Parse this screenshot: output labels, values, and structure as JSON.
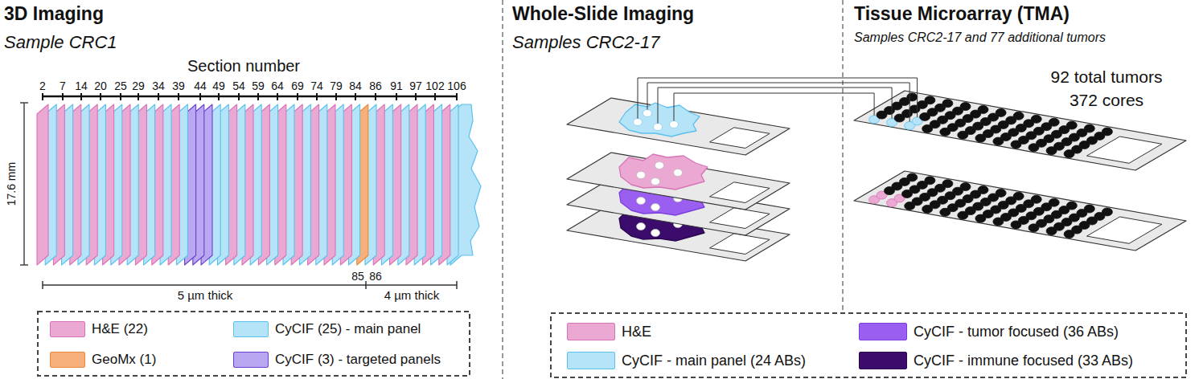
{
  "diagram": {
    "labels": [
      "3D Imaging",
      "Sample CRC1",
      "Section number",
      "2",
      "7",
      "14",
      "20",
      "25",
      "29",
      "34",
      "39",
      "44",
      "49",
      "54",
      "59",
      "64",
      "69",
      "74",
      "79",
      "84",
      "86",
      "91",
      "97",
      "102",
      "106",
      "17.6 mm",
      "85",
      "86",
      "5 µm thick",
      "4 µm thick",
      "Whole-Slide Imaging",
      "Samples CRC2-17",
      "Tissue Microarray (TMA)",
      "Samples CRC2-17 and 77 additional tumors",
      "92 total tumors",
      "372 cores"
    ],
    "legend": [
      {
        "text": "H&E (22)",
        "color": "#eaa8d2"
      },
      {
        "text": "CyCIF (25) - main panel",
        "color": "#b5e4f8"
      },
      {
        "text": "GeoMx (1)",
        "color": "#f7b07c"
      },
      {
        "text": "CyCIF (3) - targeted panels",
        "color": "#b9a7f2"
      },
      {
        "text": "H&E",
        "color": "#eaa8d2"
      },
      {
        "text": "CyCIF - main panel (24 ABs)",
        "color": "#b5e4f8"
      },
      {
        "text": "CyCIF - tumor focused (36 ABs)",
        "color": "#9a5ef0"
      },
      {
        "text": "CyCIF - immune focused (33 ABs)",
        "color": "#3c0c6c"
      }
    ]
  }
}
